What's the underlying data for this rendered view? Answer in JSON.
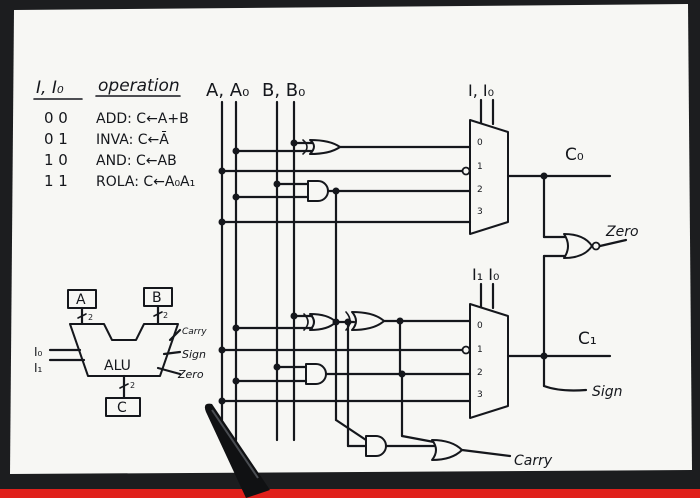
{
  "table": {
    "header_sel": "I, I₀",
    "header_op": "operation",
    "rows": [
      {
        "code": "0 0",
        "op": "ADD: C←A+B"
      },
      {
        "code": "0 1",
        "op": "INVA: C←Ā"
      },
      {
        "code": "1 0",
        "op": "AND: C←AB"
      },
      {
        "code": "1 1",
        "op": "ROLA: C←A₀A₁"
      }
    ]
  },
  "bus_labels": {
    "a": "A, A₀",
    "b": "B, B₀"
  },
  "mux_top": {
    "select": "I, I₀",
    "inputs": [
      "0",
      "1",
      "2",
      "3"
    ],
    "output": "C₀"
  },
  "mux_bottom": {
    "select": "I₁ I₀",
    "inputs": [
      "0",
      "1",
      "2",
      "3"
    ],
    "output": "C₁"
  },
  "outputs": {
    "zero": "Zero",
    "sign": "Sign",
    "carry": "Carry"
  },
  "alu_block": {
    "in_a": "A",
    "in_b": "B",
    "label": "ALU",
    "out_c": "C",
    "bus_width": "2",
    "sel_top": "I₀",
    "sel_bottom": "I₁",
    "flag_carry": "Carry",
    "flag_sign": "Sign",
    "flag_zero": "Zero"
  },
  "colors": {
    "paper": "#f7f7f4",
    "ink": "#15171c",
    "background": "#1c1d1f",
    "rec_bar": "#e0201b"
  }
}
